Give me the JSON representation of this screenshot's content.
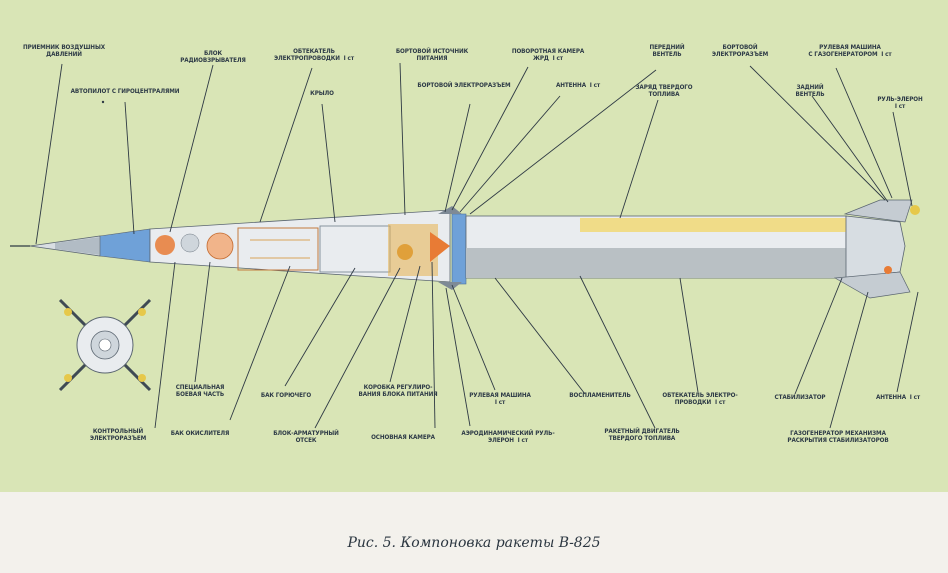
{
  "labels": {
    "air_pressure_receiver": "ПРИЕМНИК ВОЗДУШНЫХ\nДАВЛЕНИЙ",
    "autopilot": "АВТОПИЛОТ С ГИРОЦЕНТРАЛЯМИ",
    "radio_fuse_block": "БЛОК\nРАДИОВЗРЫВАТЕЛЯ",
    "cable_fairing_top": "ОБТЕКАТЕЛЬ\nЭЛЕКТРОПРОВОДКИ  I ст",
    "wing": "КРЫЛО",
    "onboard_power_source": "БОРТОВОЙ ИСТОЧНИК\nПИТАНИЯ",
    "onboard_connector_1": "БОРТОВОЙ ЭЛЕКТРОРАЗЪЕМ",
    "swivel_chamber": "ПОВОРОТНАЯ КАМЕРА\nЖРД  I ст",
    "antenna_1st": "АНТЕННА  I ст",
    "front_valve": "ПЕРЕДНИЙ\nВЕНТЕЛЬ",
    "solid_charge": "ЗАРЯД ТВЕРДОГО\nТОПЛИВА",
    "onboard_connector_2": "БОРТОВОЙ\nЭЛЕКТРОРАЗЪЕМ",
    "rear_valve": "ЗАДНИЙ\nВЕНТЕЛЬ",
    "steering_machine_gas": "РУЛЕВАЯ МАШИНА\nС ГАЗОГЕНЕРАТОРОМ  I ст",
    "elevon": "РУЛЬ-ЭЛЕРОН\nI ст",
    "warhead": "СПЕЦИАЛЬНАЯ\nБОЕВАЯ ЧАСТЬ",
    "fuel_tank": "БАК ГОРЮЧЕГО",
    "control_connector": "КОНТРОЛЬНЫЙ\nЭЛЕКТРОРАЗЪЕМ",
    "oxidizer_tank": "БАК ОКИСЛИТЕЛЯ",
    "valve_block": "БЛОК-АРМАТУРНЫЙ\nОТСЕК",
    "power_regulator_box": "КОРОБКА РЕГУЛИРО-\nВАНИЯ БЛОКА ПИТАНИЯ",
    "main_chamber": "ОСНОВНАЯ КАМЕРА",
    "steering_machine": "РУЛЕВАЯ МАШИНА\nI ст",
    "aero_elevon": "АЭРОДИНАМИЧЕСКИЙ РУЛЬ-\nЭЛЕРОН  I ст",
    "igniter": "ВОСПЛАМЕНИТЕЛЬ",
    "solid_motor": "РАКЕТНЫЙ ДВИГАТЕЛЬ\nТВЕРДОГО ТОПЛИВА",
    "cable_fairing_bottom": "ОБТЕКАТЕЛЬ ЭЛЕКТРО-\nПРОВОДКИ  I ст",
    "stabilizer": "СТАБИЛИЗАТОР",
    "antenna_bottom": "АНТЕННА  I ст",
    "gas_gen_mechanism": "ГАЗОГЕНЕРАТОР МЕХАНИЗМА\nРАСКРЫТИЯ СТАБИЛИЗАТОРОВ"
  },
  "caption": "Рис. 5. Компоновка ракеты В-825",
  "colors": {
    "background": "#d9e5b6",
    "body_light": "#e9ecef",
    "body_grey": "#b9c0c4",
    "solid_fuel": "#f0dc88",
    "blue_section": "#6fa1d8",
    "orange_part": "#e87b35",
    "leader_line": "#2f3a44"
  }
}
